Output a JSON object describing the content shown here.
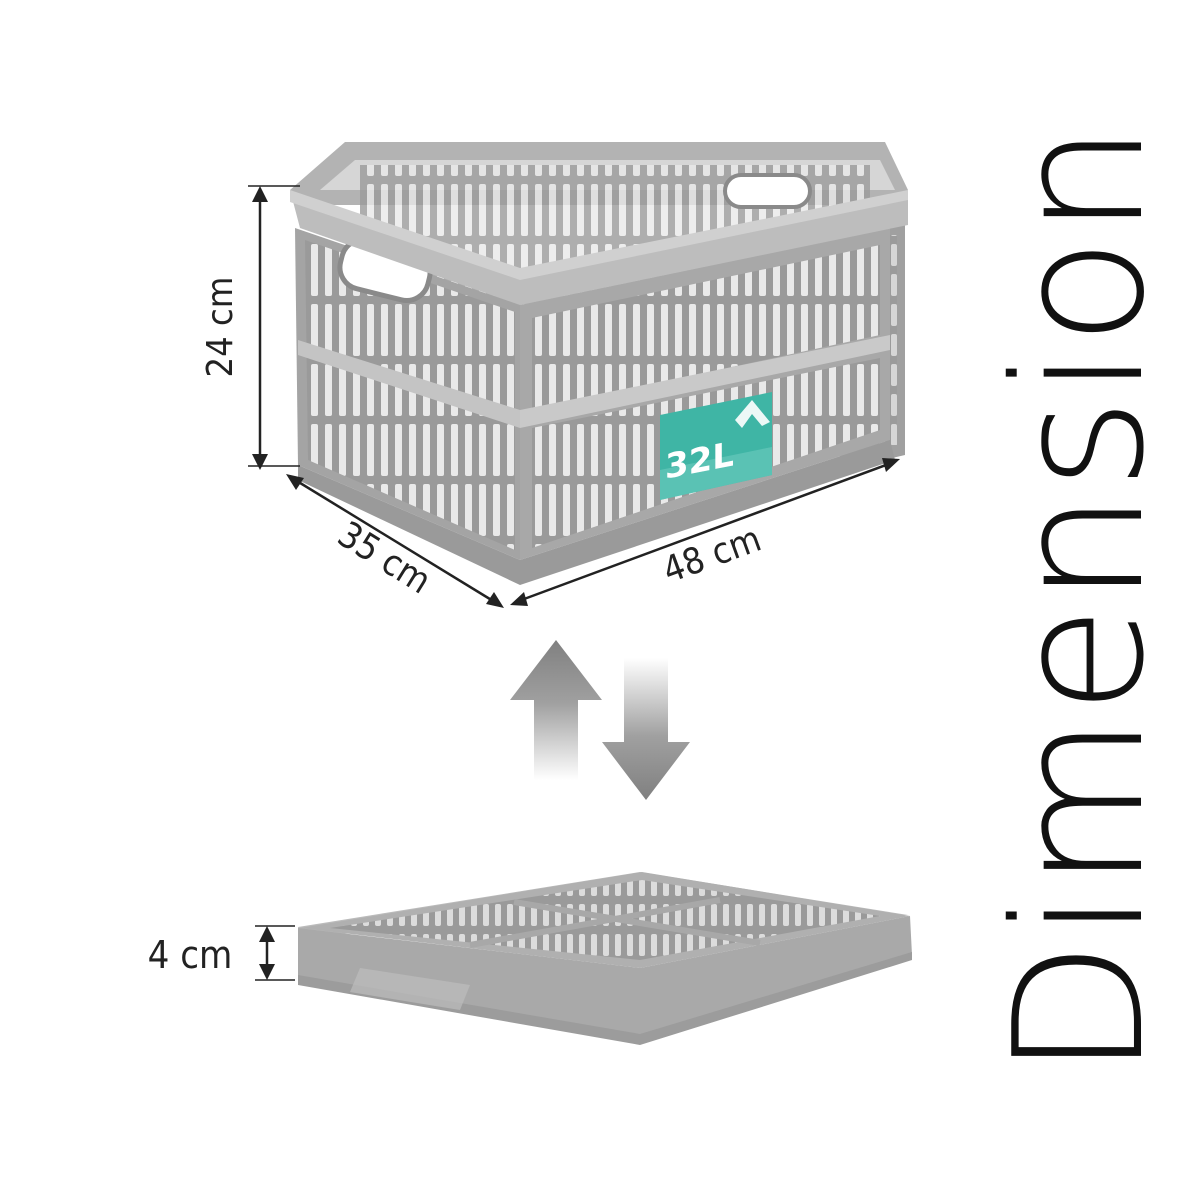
{
  "dimensions": {
    "height": "24 cm",
    "depth": "35 cm",
    "width": "48 cm",
    "folded_height": "4 cm"
  },
  "product": {
    "capacity_label": "32L"
  },
  "title": "Dimension",
  "colors": {
    "crate_gray": "#a6a6a6",
    "crate_dark": "#8a8a8a",
    "label_teal": "#3fb5a5",
    "arrow_gray": "#7f7f7f",
    "text": "#111111"
  }
}
